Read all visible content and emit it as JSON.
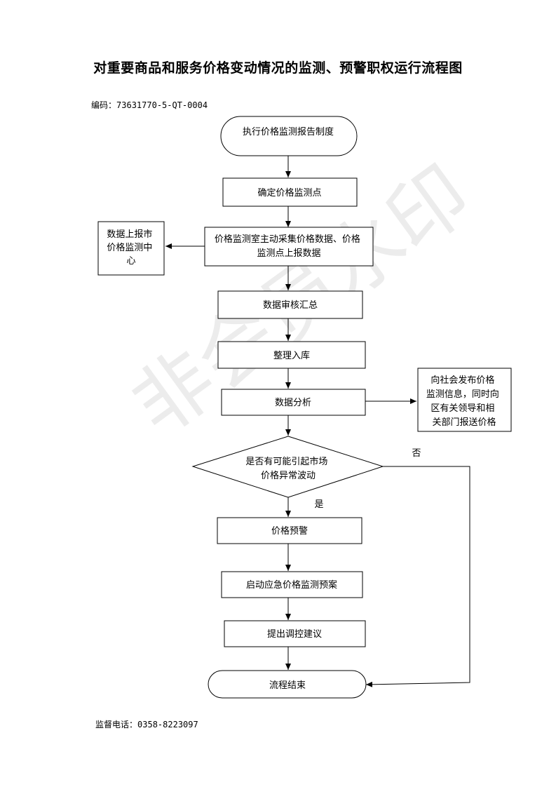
{
  "title": "对重要商品和服务价格变动情况的监测、预警职权运行流程图",
  "code": {
    "label": "编码：",
    "value": "73631770-5-QT-0004"
  },
  "supervision": {
    "label": "监督电话：",
    "value": "0358-8223097"
  },
  "watermark": "非会员水印",
  "nodes": {
    "start": [
      "执行价格监测报告制度"
    ],
    "confirm_points": [
      "确定价格监测点"
    ],
    "collect": [
      "价格监测室主动采集价格数据、价格",
      "监测点上报数据"
    ],
    "report_center": [
      "数据上报市",
      "价格监测中",
      "心"
    ],
    "review": [
      "数据审核汇总"
    ],
    "storage": [
      "整理入库"
    ],
    "analysis": [
      "数据分析"
    ],
    "publish": [
      "向社会发布价格",
      "监测信息，同时向",
      "区有关领导和相",
      "关部门报送价格"
    ],
    "decision": [
      "是否有可能引起市场",
      "价格异常波动"
    ],
    "warning": [
      "价格预警"
    ],
    "emergency": [
      "启动应急价格监测预案"
    ],
    "proposal": [
      "提出调控建议"
    ],
    "end": [
      "流程结束"
    ]
  },
  "labels": {
    "no": "否",
    "yes": "是"
  }
}
